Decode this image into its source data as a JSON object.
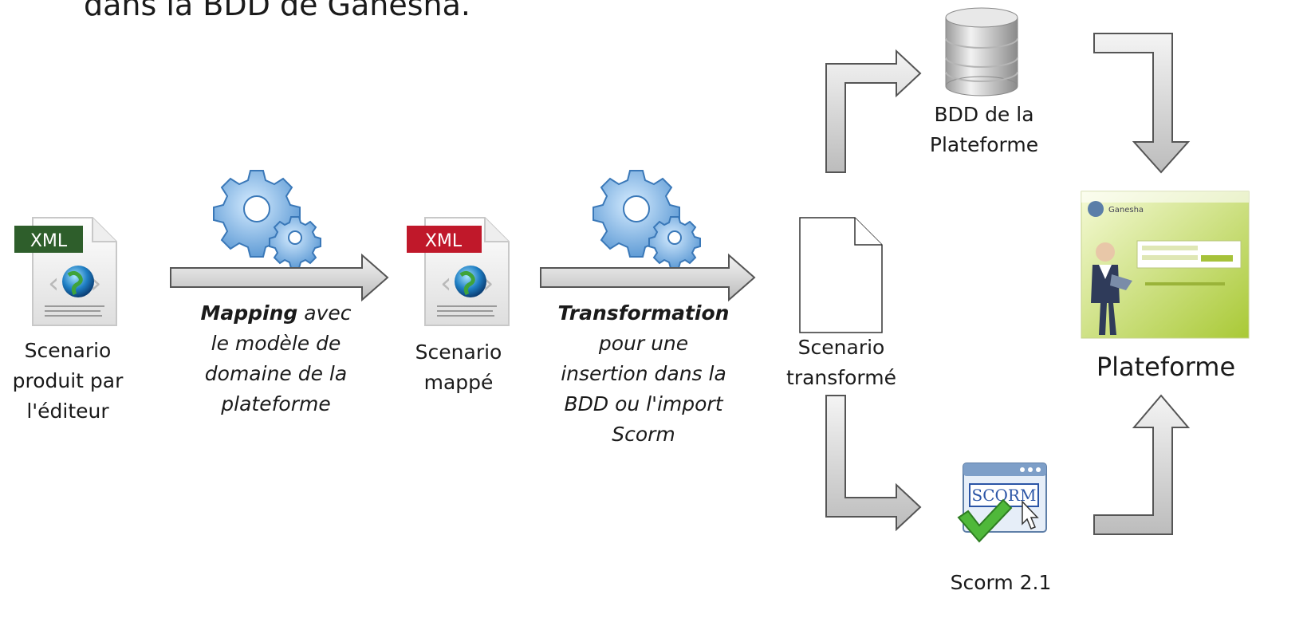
{
  "top_text": "dans la BDD de Ganesha.",
  "nodes": {
    "editor_file": {
      "badge": "XML",
      "badge_color": "#2e5e2b",
      "lines": [
        "Scenario",
        "produit par",
        "l'éditeur"
      ]
    },
    "mapped_file": {
      "badge": "XML",
      "badge_color": "#c0182a",
      "lines": [
        "Scenario",
        "mappé"
      ]
    },
    "transformed_file": {
      "lines": [
        "Scenario",
        "transformé"
      ]
    },
    "database": {
      "lines": [
        "BDD de la",
        "Plateforme"
      ]
    },
    "scorm": {
      "badge": "SCORM",
      "lines": [
        "Scorm 2.1"
      ]
    },
    "platform": {
      "lines": [
        "Plateforme"
      ],
      "screen_title": "Ganesha"
    }
  },
  "steps": {
    "mapping": {
      "bold": "Mapping",
      "rest": " avec",
      "lines": [
        "le modèle de",
        "domaine de la",
        "plateforme"
      ]
    },
    "transformation": {
      "bold": "Transformation",
      "lines": [
        "pour une",
        "insertion dans la",
        "BDD ou l'import",
        "Scorm"
      ]
    }
  }
}
